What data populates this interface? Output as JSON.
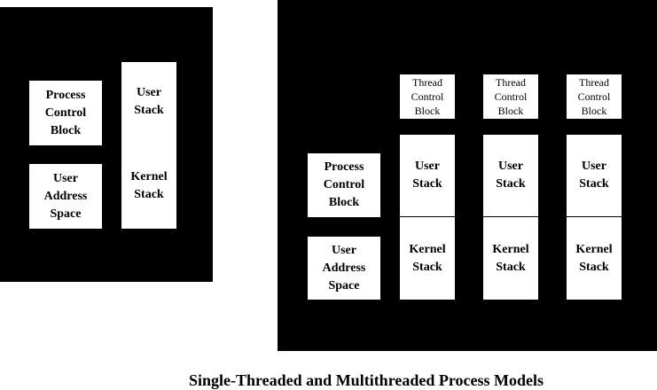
{
  "single": {
    "pcb": "Process\nControl\nBlock",
    "uas": "User\nAddress\nSpace",
    "user_stack": "User\nStack",
    "kernel_stack": "Kernel\nStack"
  },
  "multi": {
    "pcb": "Process\nControl\nBlock",
    "uas": "User\nAddress\nSpace",
    "threads": [
      {
        "tcb": "Thread\nControl\nBlock",
        "user_stack": "User\nStack",
        "kernel_stack": "Kernel\nStack"
      },
      {
        "tcb": "Thread\nControl\nBlock",
        "user_stack": "User\nStack",
        "kernel_stack": "Kernel\nStack"
      },
      {
        "tcb": "Thread\nControl\nBlock",
        "user_stack": "User\nStack",
        "kernel_stack": "Kernel\nStack"
      }
    ]
  },
  "caption": "Single-Threaded and Multithreaded Process Models"
}
